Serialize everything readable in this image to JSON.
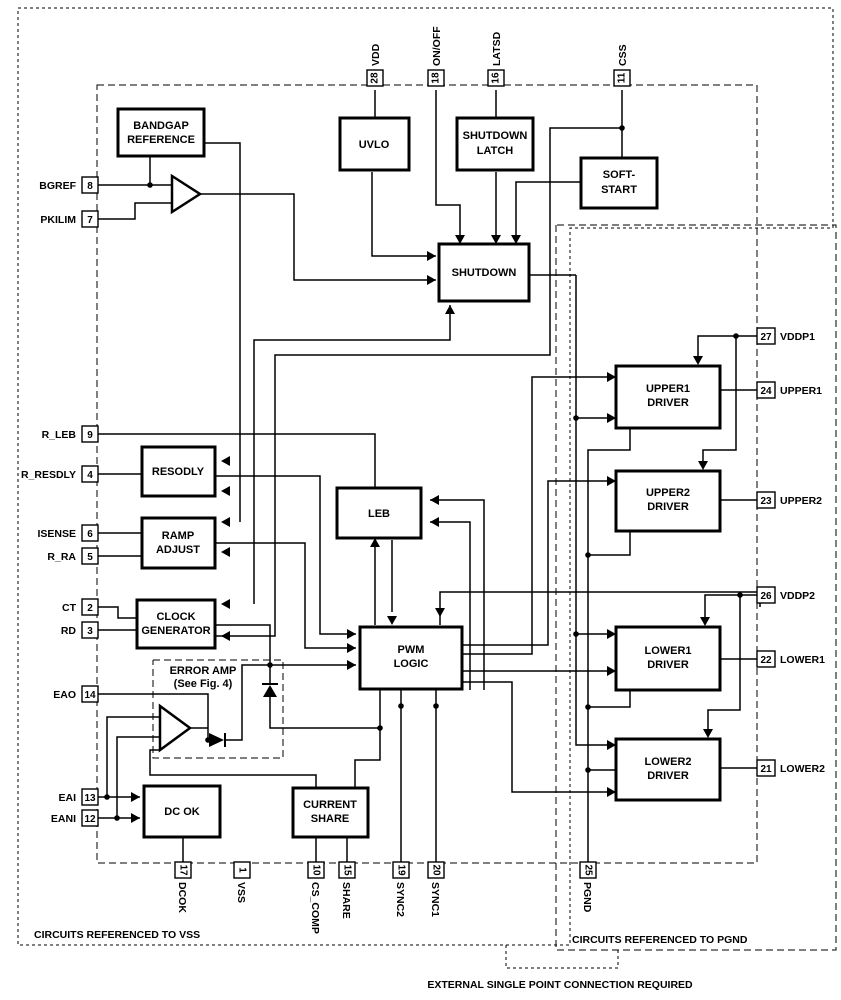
{
  "blocks": {
    "bandgap": [
      "BANDGAP",
      "REFERENCE"
    ],
    "uvlo": [
      "UVLO"
    ],
    "shutdown_latch": [
      "SHUTDOWN",
      "LATCH"
    ],
    "soft_start": [
      "SOFT-",
      "START"
    ],
    "shutdown": [
      "SHUTDOWN"
    ],
    "resodly": [
      "RESODLY"
    ],
    "ramp_adjust": [
      "RAMP",
      "ADJUST"
    ],
    "clock_generator": [
      "CLOCK",
      "GENERATOR"
    ],
    "leb": [
      "LEB"
    ],
    "pwm_logic": [
      "PWM",
      "LOGIC"
    ],
    "dc_ok": [
      "DC OK"
    ],
    "current_share": [
      "CURRENT",
      "SHARE"
    ],
    "upper1_driver": [
      "UPPER1",
      "DRIVER"
    ],
    "upper2_driver": [
      "UPPER2",
      "DRIVER"
    ],
    "lower1_driver": [
      "LOWER1",
      "DRIVER"
    ],
    "lower2_driver": [
      "LOWER2",
      "DRIVER"
    ],
    "error_amp": [
      "ERROR AMP",
      "(See Fig. 4)"
    ]
  },
  "pins": {
    "vdd": {
      "num": "28",
      "name": "VDD"
    },
    "on_off": {
      "num": "18",
      "name": "ON/OFF"
    },
    "latsd": {
      "num": "16",
      "name": "LATSD"
    },
    "css": {
      "num": "11",
      "name": "CSS"
    },
    "bgref": {
      "num": "8",
      "name": "BGREF"
    },
    "pkilim": {
      "num": "7",
      "name": "PKILIM"
    },
    "r_leb": {
      "num": "9",
      "name": "R_LEB"
    },
    "r_resdly": {
      "num": "4",
      "name": "R_RESDLY"
    },
    "isense": {
      "num": "6",
      "name": "ISENSE"
    },
    "r_ra": {
      "num": "5",
      "name": "R_RA"
    },
    "ct": {
      "num": "2",
      "name": "CT"
    },
    "rd": {
      "num": "3",
      "name": "RD"
    },
    "eao": {
      "num": "14",
      "name": "EAO"
    },
    "eai": {
      "num": "13",
      "name": "EAI"
    },
    "eani": {
      "num": "12",
      "name": "EANI"
    },
    "vddp1": {
      "num": "27",
      "name": "VDDP1"
    },
    "upper1": {
      "num": "24",
      "name": "UPPER1"
    },
    "upper2": {
      "num": "23",
      "name": "UPPER2"
    },
    "vddp2": {
      "num": "26",
      "name": "VDDP2"
    },
    "lower1": {
      "num": "22",
      "name": "LOWER1"
    },
    "lower2": {
      "num": "21",
      "name": "LOWER2"
    },
    "dcok": {
      "num": "17",
      "name": "DCOK"
    },
    "vss": {
      "num": "1",
      "name": "VSS"
    },
    "cs_comp": {
      "num": "10",
      "name": "CS_COMP"
    },
    "share": {
      "num": "15",
      "name": "SHARE"
    },
    "sync2": {
      "num": "19",
      "name": "SYNC2"
    },
    "sync1": {
      "num": "20",
      "name": "SYNC1"
    },
    "pgnd": {
      "num": "25",
      "name": "PGND"
    }
  },
  "footer": {
    "vss_section": "CIRCUITS REFERENCED TO VSS",
    "pgnd_section": "CIRCUITS REFERENCED TO PGND",
    "external_connection": "EXTERNAL SINGLE POINT CONNECTION REQUIRED"
  }
}
